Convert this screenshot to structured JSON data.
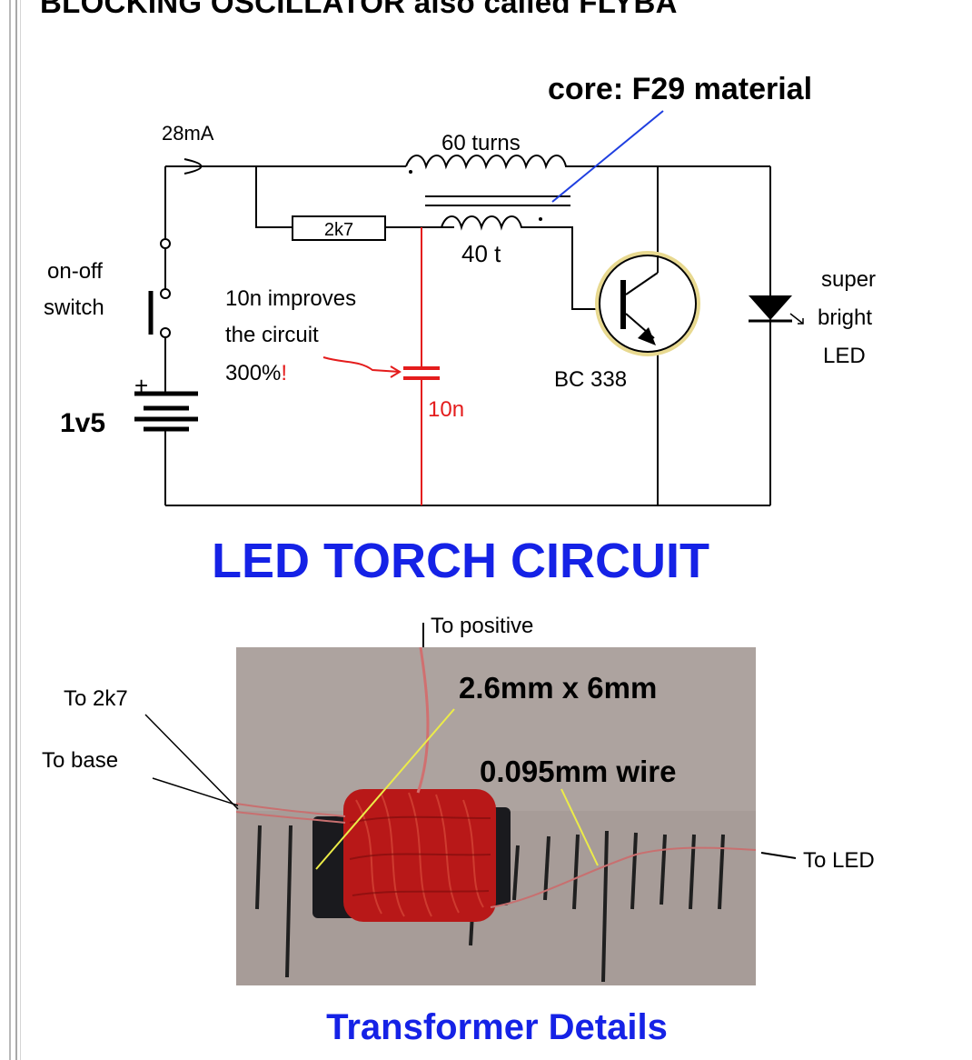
{
  "page_heading": "BLOCKING OSCILLATOR also called FLYBA",
  "circuit": {
    "title": "LED TORCH CIRCUIT",
    "labels": {
      "core": "core: F29 material",
      "current": "28mA",
      "primary_winding": "60 turns",
      "resistor": "2k7",
      "secondary_winding": "40 t",
      "switch_line1": "on-off",
      "switch_line2": "switch",
      "note_line1": "10n improves",
      "note_line2": "the circuit",
      "note_line3": "300%",
      "note_exclaim": "!",
      "capacitor": "10n",
      "transistor": "BC 338",
      "battery": "1v5",
      "battery_plus": "+",
      "led_line1": "super",
      "led_line2": "bright",
      "led_line3": "LED"
    },
    "colors": {
      "wire": "#000000",
      "note_red": "#e41c1c",
      "core_pointer": "#1f3fe0",
      "title_blue": "#1522e6",
      "transistor_ring": "#e8d990"
    }
  },
  "transformer": {
    "title": "Transformer Details",
    "labels": {
      "to_positive": "To positive",
      "to_2k7": "To 2k7",
      "to_base": "To base",
      "dimensions": "2.6mm x 6mm",
      "wire": "0.095mm wire",
      "to_led": "To LED"
    },
    "colors": {
      "coil": "#b81818",
      "photo_bg": "#a79c98",
      "pointer_yellow": "#ecec48"
    }
  }
}
